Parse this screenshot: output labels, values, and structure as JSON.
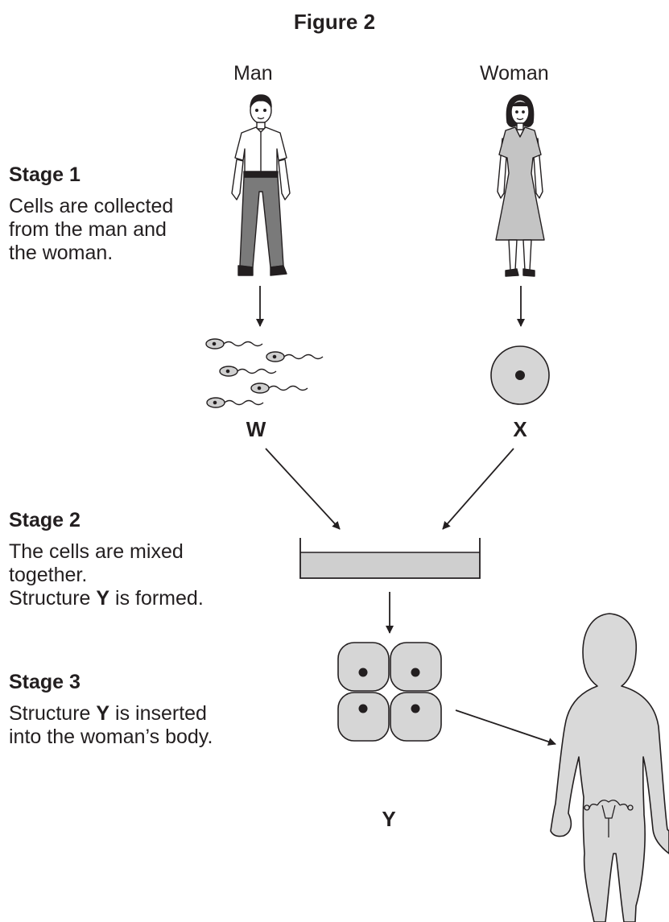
{
  "figure_title": "Figure 2",
  "people": {
    "man_label": "Man",
    "woman_label": "Woman"
  },
  "stages": [
    {
      "heading": "Stage 1",
      "line1": "Cells are collected",
      "line2": "from the man and",
      "line3": "the woman."
    },
    {
      "heading": "Stage 2",
      "line1": "The cells are mixed",
      "line2": "together.",
      "line3_prefix": "Structure ",
      "line3_bold": "Y",
      "line3_suffix": " is formed."
    },
    {
      "heading": "Stage 3",
      "line1_prefix": "Structure ",
      "line1_bold": "Y",
      "line1_suffix": " is inserted",
      "line2": "into the woman’s body."
    }
  ],
  "cell_labels": {
    "sperm": "W",
    "egg": "X",
    "embryo": "Y"
  },
  "colors": {
    "ink": "#231f20",
    "cell_fill": "#d6d6d6",
    "dish_fill": "#cfcfcf",
    "trousers": "#7a7a7a",
    "dress": "#c4c4c4"
  }
}
